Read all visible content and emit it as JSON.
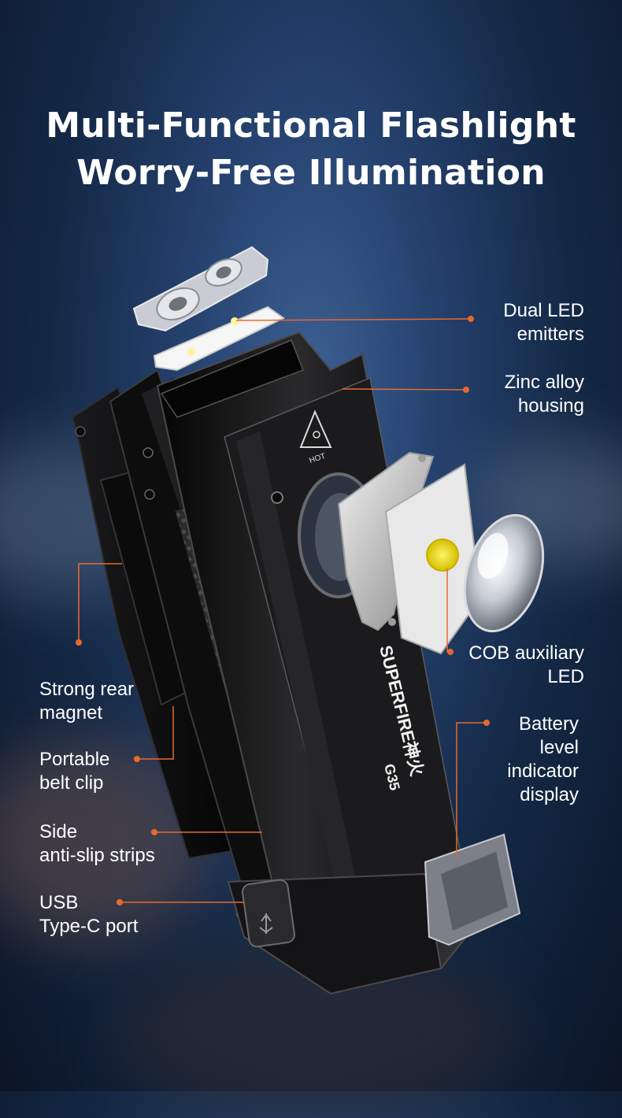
{
  "title": {
    "line1": "Multi-Functional Flashlight",
    "line2": "Worry-Free Illumination"
  },
  "brand_marking": {
    "brand": "SUPERFIRE神火",
    "model": "G35",
    "hot_label": "HOT"
  },
  "callouts": {
    "dual_led": {
      "line1": "Dual LED",
      "line2": "emitters"
    },
    "zinc_alloy": {
      "line1": "Zinc alloy",
      "line2": "housing"
    },
    "cob": {
      "line1": "COB auxiliary",
      "line2": "LED"
    },
    "battery": {
      "line1": "Battery",
      "line2": "level",
      "line3": "indicator",
      "line4": "display"
    },
    "magnet": {
      "line1": "Strong rear",
      "line2": "magnet"
    },
    "belt_clip": {
      "line1": "Portable",
      "line2": "belt clip"
    },
    "anti_slip": {
      "line1": "Side",
      "line2": "anti-slip strips"
    },
    "usb": {
      "line1": "USB",
      "line2": "Type-C port"
    }
  },
  "colors": {
    "accent": "#e8692e",
    "background_top": "#1a2e52",
    "body": "#141414"
  }
}
